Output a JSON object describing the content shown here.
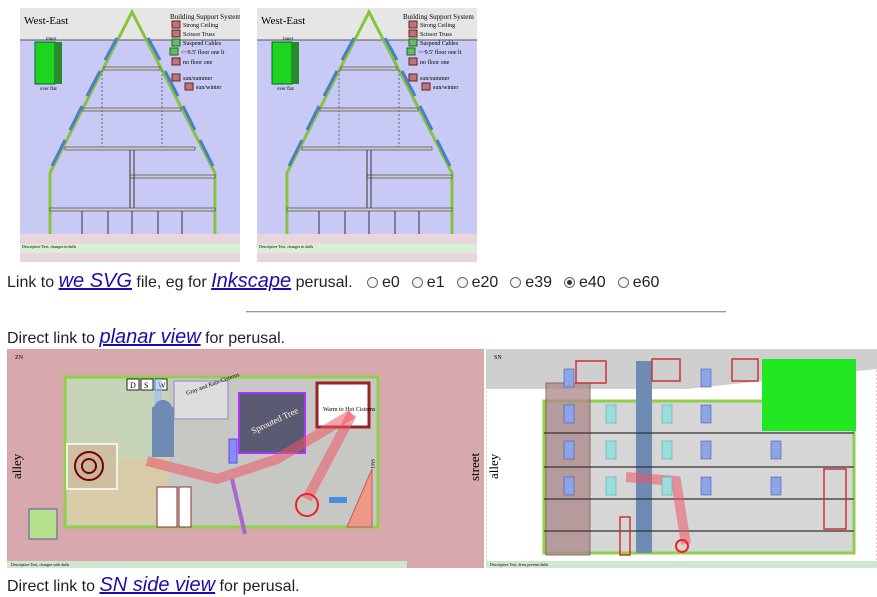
{
  "we_panels": [
    {
      "title": "West-East",
      "legend_title": "Building Support System",
      "legend": [
        "Strong Ceiling",
        "Scissor Truss",
        "Suspend Cables",
        "<~9.5' floor one lt",
        "no floor one"
      ],
      "sun": [
        "sun/summer",
        "sun/winter"
      ],
      "gauge_top": "inner",
      "gauge_bottom": "over flat",
      "caption": "Descriptive Text, changes in dulls"
    },
    {
      "title": "West-East",
      "legend_title": "Building Support System",
      "legend": [
        "Strong Ceiling",
        "Scissor Truss",
        "Suspend Cables",
        "<~9.5' floor one lt",
        "no floor one"
      ],
      "sun": [
        "sun/summer",
        "sun/winter"
      ],
      "gauge_top": "inner",
      "gauge_bottom": "over flat",
      "caption": "Descriptive Text, changes in dulls"
    }
  ],
  "svg_link_line": {
    "prefix": "Link to ",
    "link1": "we SVG",
    "middle": " file, eg for ",
    "link2": "Inkscape",
    "suffix": " perusal.",
    "options": [
      "e0",
      "e1",
      "e20",
      "e39",
      "e40",
      "e60"
    ],
    "selected": "e40"
  },
  "planar_line": {
    "prefix": "Direct link to ",
    "link": "planar view",
    "suffix": " for perusal."
  },
  "planar": {
    "corner": "ZN",
    "left_label": "alley",
    "right_label": "street",
    "keys": [
      "D",
      "S",
      "W"
    ],
    "gray_rain": "Gray and Rain Cisterns",
    "warm_hot": "Warm to Hot Cisterns",
    "center": "Sprouted Tree",
    "side": "SWI",
    "caption": "Descriptive Text, changes with dulls"
  },
  "sn": {
    "corner": "SN",
    "left_label": "alley",
    "caption": "Descriptive Text, draw prevent dulls"
  },
  "sn_line": {
    "prefix": "Direct link to ",
    "link": "SN side view",
    "suffix": " for perusal."
  }
}
